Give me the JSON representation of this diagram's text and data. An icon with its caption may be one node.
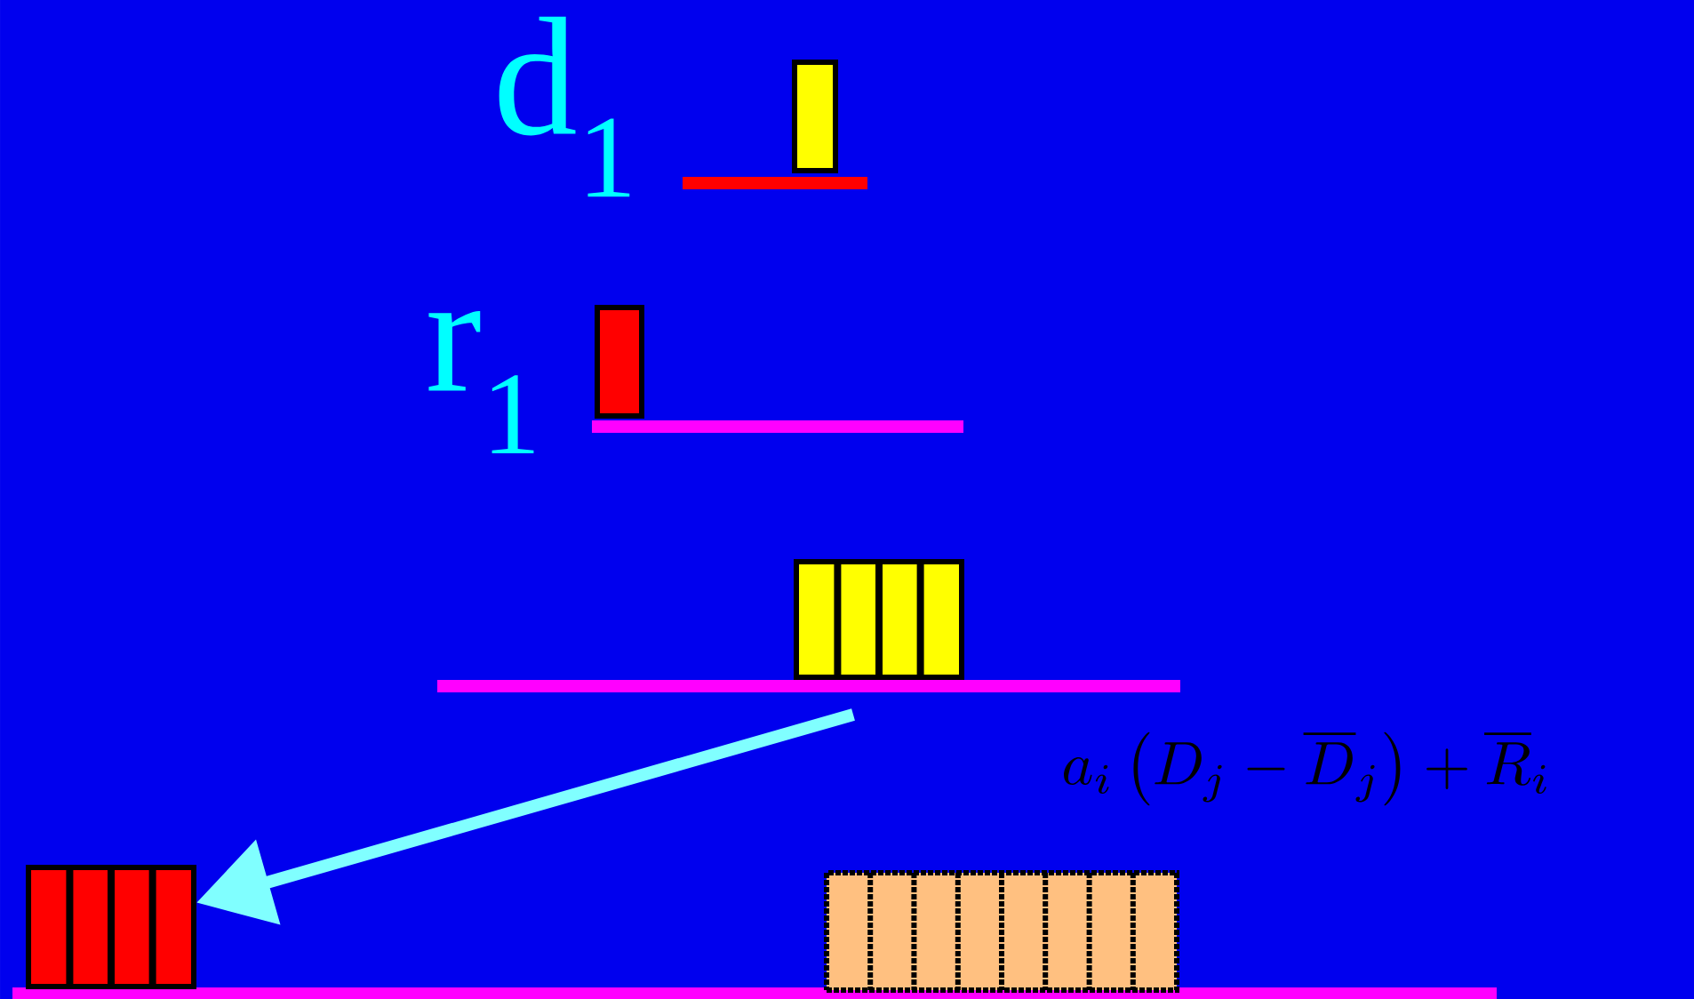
{
  "diagram": {
    "nodes": [
      {
        "text": [],
        "shape": "bar"
      },
      {
        "text": [],
        "shape": "bar"
      },
      {
        "text": [],
        "shape": "bar"
      },
      {
        "text": [],
        "shape": "bar"
      },
      {
        "text": [],
        "shape": "bar"
      }
    ],
    "edges": [
      {
        "from": null,
        "to": 3,
        "arrow": "to"
      }
    ],
    "labels": [
      "d$_{1}$",
      "r$_{1}$",
      "a_i\\left(D_j - \\overline{D}_j\\right) + \\overline{R}_i"
    ]
  }
}
